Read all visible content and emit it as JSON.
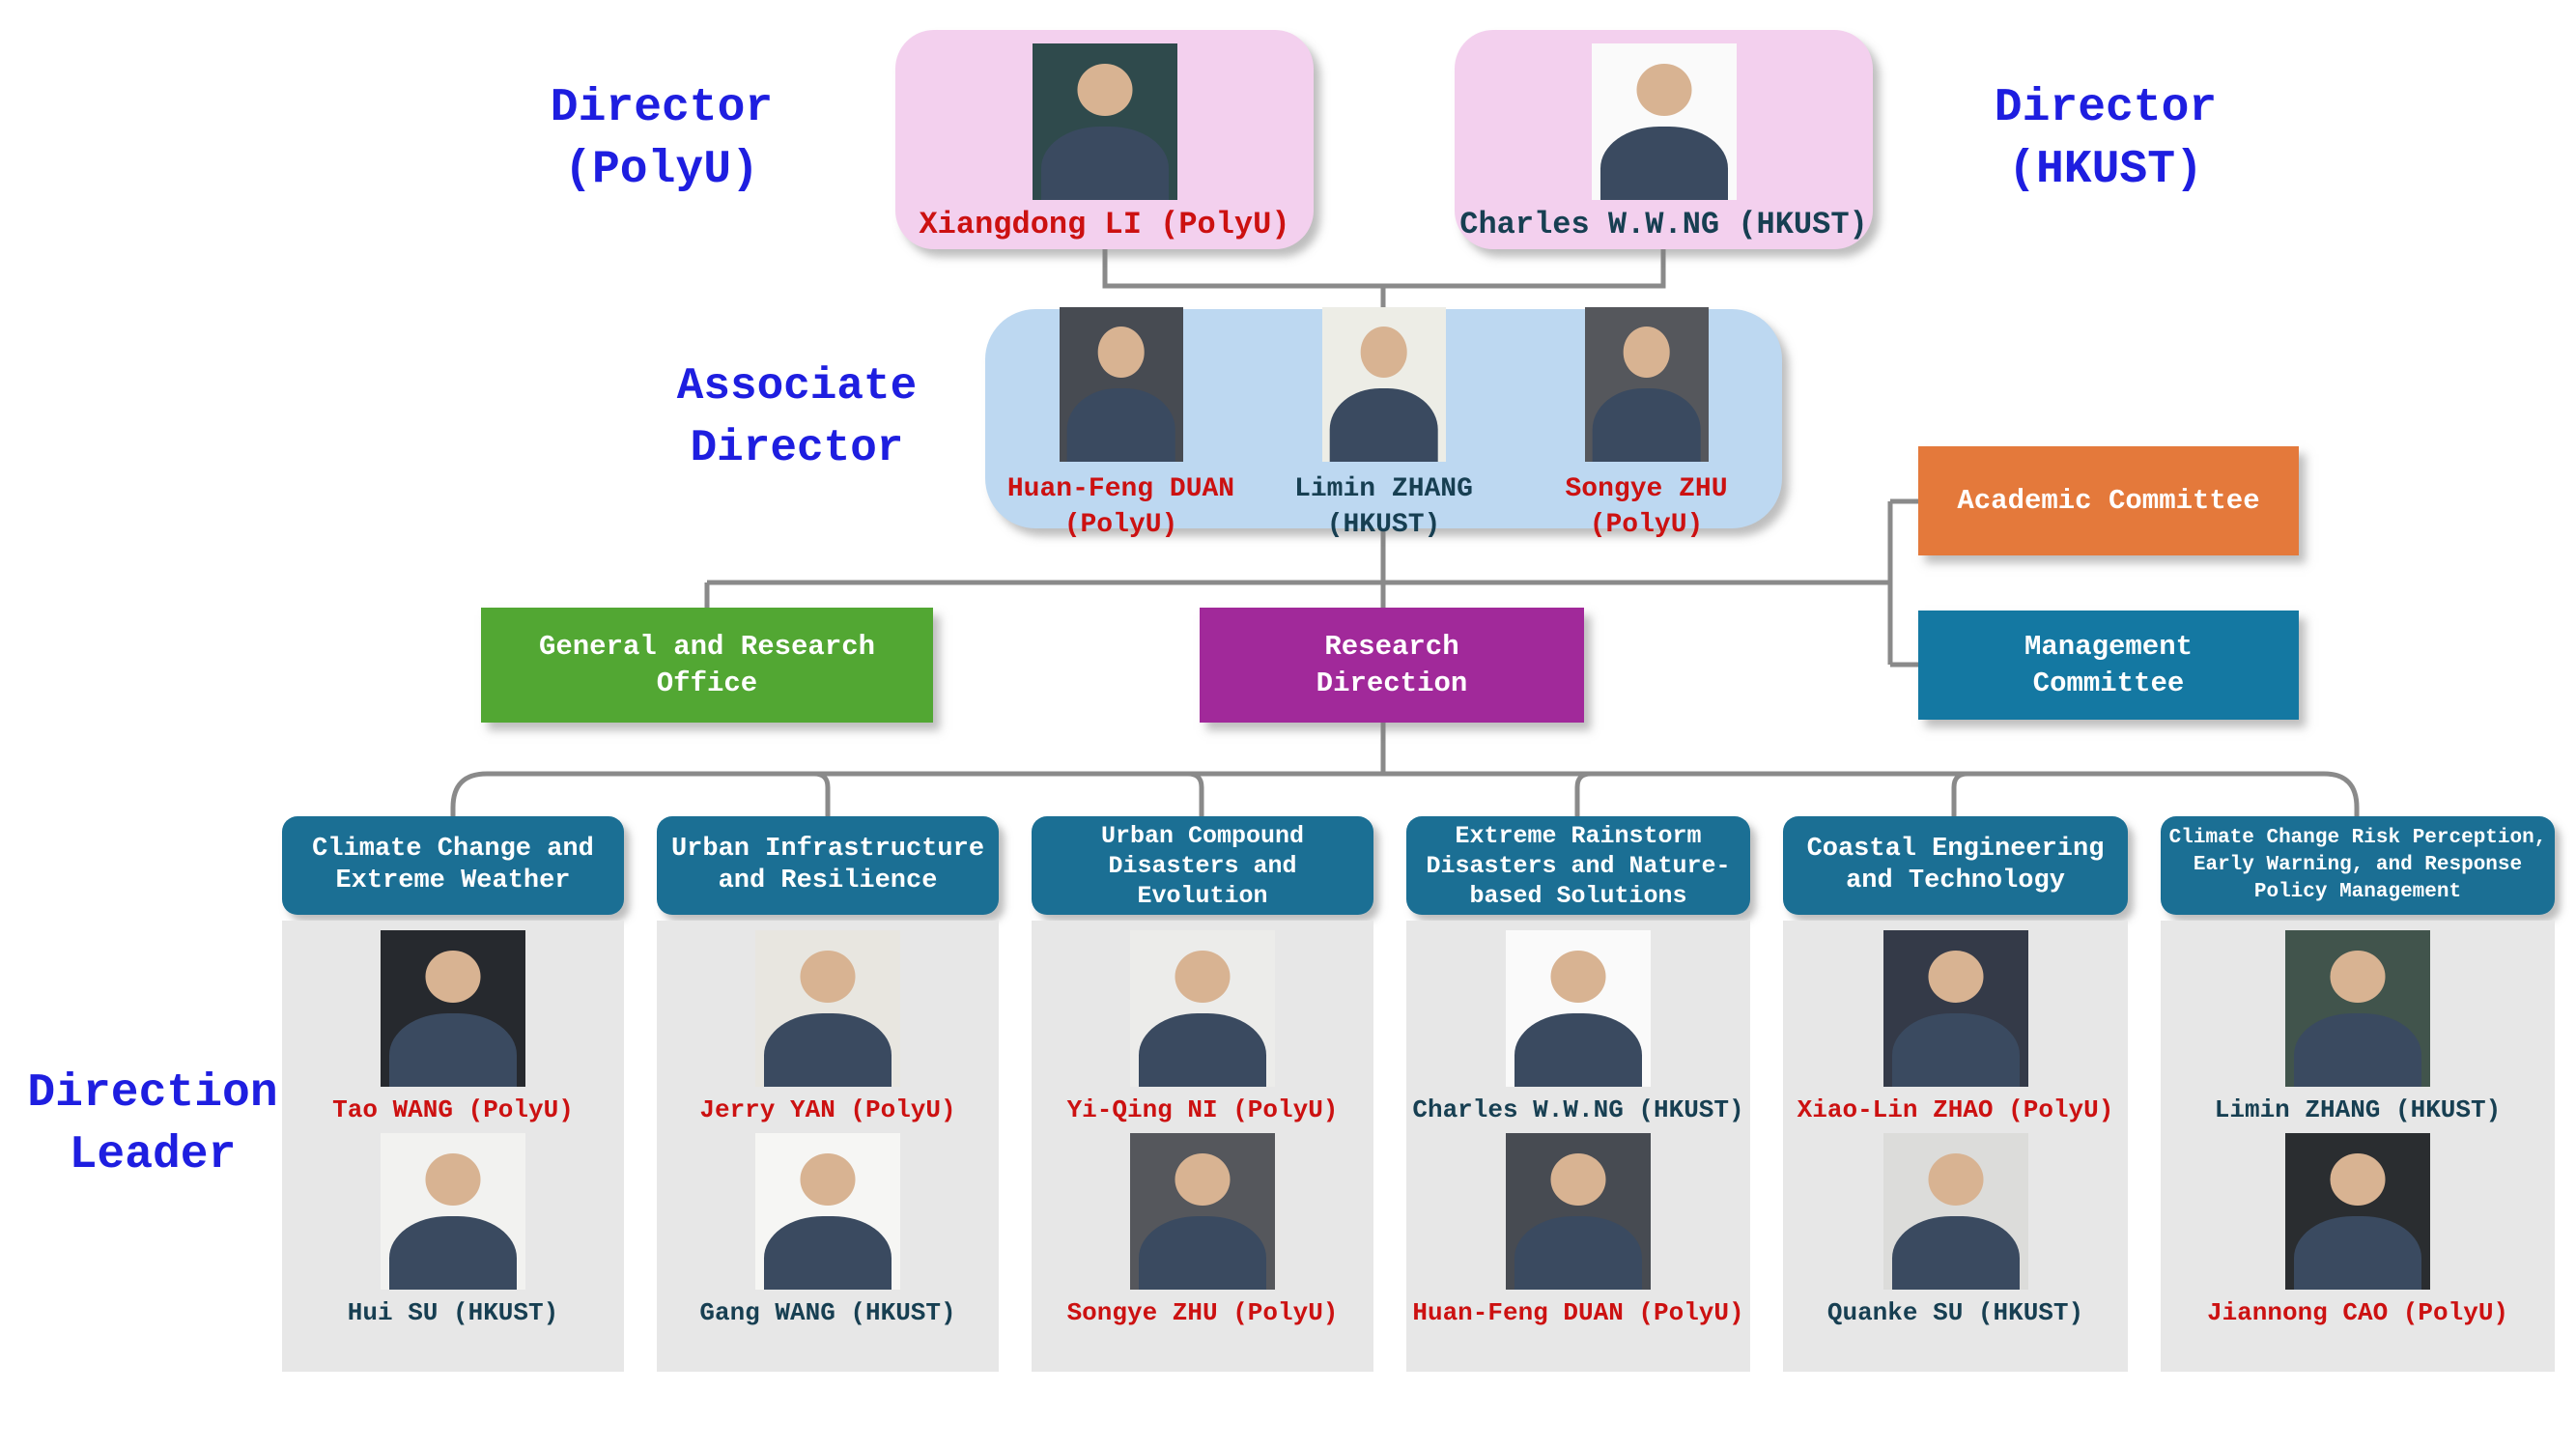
{
  "palette": {
    "blue_label": "#1E1EE0",
    "red_name": "#CC1111",
    "teal_name": "#173F52",
    "connector": "#8A8A8A",
    "pink_bg": "#F3D0EE",
    "assoc_bg": "#BDD8F1",
    "header_bg": "#1B6F94",
    "panel_bg": "#E7E7E7"
  },
  "top": {
    "left_label": "Director\n(PolyU)",
    "right_label": "Director\n(HKUST)",
    "directors": [
      {
        "name": "Xiangdong LI (PolyU)",
        "color": "#CC1111",
        "photo_bg": "#2F4A4C"
      },
      {
        "name": "Charles W.W.NG (HKUST)",
        "color": "#173F52",
        "photo_bg": "#FAFAFA"
      }
    ]
  },
  "associate": {
    "label": "Associate\nDirector",
    "members": [
      {
        "name": "Huan-Feng DUAN\n(PolyU)",
        "color": "#CC1111",
        "photo_bg": "#474B52"
      },
      {
        "name": "Limin ZHANG\n(HKUST)",
        "color": "#173F52",
        "photo_bg": "#EDEDE6"
      },
      {
        "name": "Songye ZHU\n(PolyU)",
        "color": "#CC1111",
        "photo_bg": "#55575C"
      }
    ]
  },
  "committees": [
    {
      "label": "Academic Committee",
      "bg": "#E4793B"
    },
    {
      "label": "Management\nCommittee",
      "bg": "#1478A2"
    }
  ],
  "offices": [
    {
      "label": "General and Research\nOffice",
      "bg": "#52A733"
    },
    {
      "label": "Research\nDirection",
      "bg": "#A1299A"
    }
  ],
  "direction_leader_label": "Direction\nLeader",
  "directions": [
    {
      "title": "Climate Change and\nExtreme Weather",
      "leaders": [
        {
          "name": "Tao WANG (PolyU)",
          "color": "#CC1111",
          "photo_bg": "#26292E"
        },
        {
          "name": "Hui SU (HKUST)",
          "color": "#173F52",
          "photo_bg": "#F2F2F0"
        }
      ]
    },
    {
      "title": "Urban Infrastructure\nand Resilience",
      "leaders": [
        {
          "name": "Jerry YAN (PolyU)",
          "color": "#CC1111",
          "photo_bg": "#E8E6E0"
        },
        {
          "name": "Gang WANG (HKUST)",
          "color": "#173F52",
          "photo_bg": "#F6F6F4"
        }
      ]
    },
    {
      "title": "Urban Compound\nDisasters and\nEvolution",
      "leaders": [
        {
          "name": "Yi-Qing NI (PolyU)",
          "color": "#CC1111",
          "photo_bg": "#ECECEA"
        },
        {
          "name": "Songye ZHU (PolyU)",
          "color": "#CC1111",
          "photo_bg": "#55575C"
        }
      ]
    },
    {
      "title": "Extreme Rainstorm\nDisasters and Nature-\nbased Solutions",
      "leaders": [
        {
          "name": "Charles W.W.NG (HKUST)",
          "color": "#173F52",
          "photo_bg": "#FAFAFA"
        },
        {
          "name": "Huan-Feng DUAN (PolyU)",
          "color": "#CC1111",
          "photo_bg": "#474B52"
        }
      ]
    },
    {
      "title": "Coastal Engineering\nand Technology",
      "leaders": [
        {
          "name": "Xiao-Lin ZHAO (PolyU)",
          "color": "#CC1111",
          "photo_bg": "#343A48"
        },
        {
          "name": "Quanke SU (HKUST)",
          "color": "#173F52",
          "photo_bg": "#DCDCDA"
        }
      ]
    },
    {
      "title": "Climate Change Risk Perception,\nEarly Warning, and Response\nPolicy Management",
      "leaders": [
        {
          "name": "Limin ZHANG (HKUST)",
          "color": "#173F52",
          "photo_bg": "#41544C"
        },
        {
          "name": "Jiannong CAO (PolyU)",
          "color": "#CC1111",
          "photo_bg": "#2A2D30"
        }
      ]
    }
  ]
}
